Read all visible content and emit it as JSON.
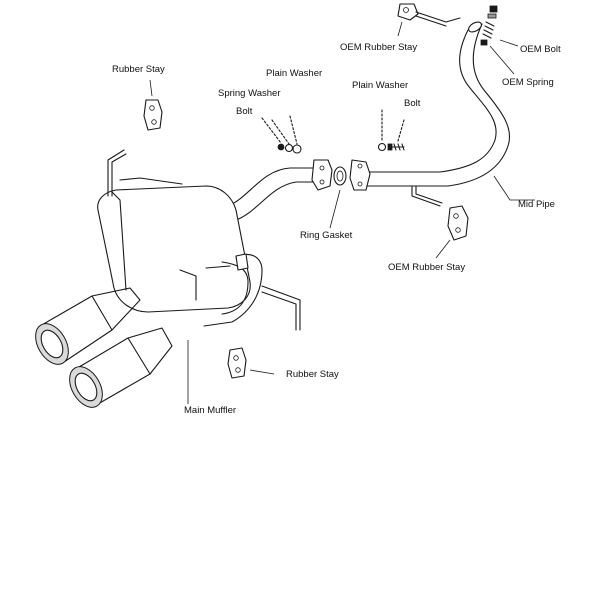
{
  "labels": {
    "oem_rubber_stay_top": "OEM Rubber Stay",
    "oem_bolt": "OEM Bolt",
    "oem_spring": "OEM Spring",
    "rubber_stay_left": "Rubber Stay",
    "plain_washer_left": "Plain Washer",
    "spring_washer": "Spring Washer",
    "bolt_left": "Bolt",
    "plain_washer_right": "Plain Washer",
    "bolt_right": "Bolt",
    "ring_gasket": "Ring Gasket",
    "mid_pipe": "Mid Pipe",
    "oem_rubber_stay_mid": "OEM Rubber Stay",
    "rubber_stay_bottom": "Rubber Stay",
    "main_muffler": "Main Muffler"
  }
}
